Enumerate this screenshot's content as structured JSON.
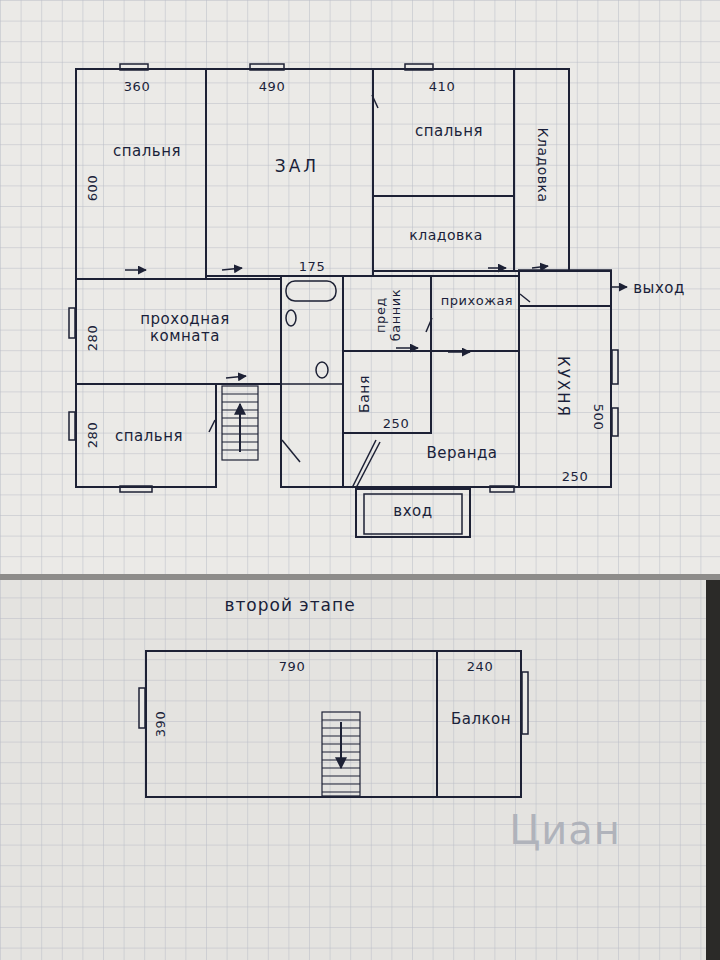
{
  "diagram": {
    "nodes": [
      {
        "text": [
          "360",
          "спальня",
          "600"
        ]
      },
      {
        "text": [
          "490",
          "ЗАЛ"
        ]
      },
      {
        "text": [
          "410",
          "спальня"
        ]
      },
      {
        "text": [
          "Кладовка"
        ]
      },
      {
        "text": [
          "кладовка"
        ]
      },
      {
        "text": [
          "280",
          "проходная комната"
        ]
      },
      {
        "text": [
          "175"
        ]
      },
      {
        "text": [
          "пред банник"
        ]
      },
      {
        "text": [
          "прихожая"
        ]
      },
      {
        "text": [
          "выход"
        ]
      },
      {
        "text": [
          "КУХНЯ",
          "500",
          "250"
        ]
      },
      {
        "text": [
          "280",
          "спальня"
        ]
      },
      {
        "text": [
          "Веранда"
        ]
      },
      {
        "text": [
          "Баня",
          "250"
        ],
        "in": 12
      },
      {
        "text": [
          "вход"
        ]
      },
      {
        "text": [
          "790",
          "390"
        ]
      },
      {
        "text": [
          "240",
          "Балкон"
        ]
      }
    ],
    "labels": [
      "второй этапе",
      "Циан"
    ]
  }
}
